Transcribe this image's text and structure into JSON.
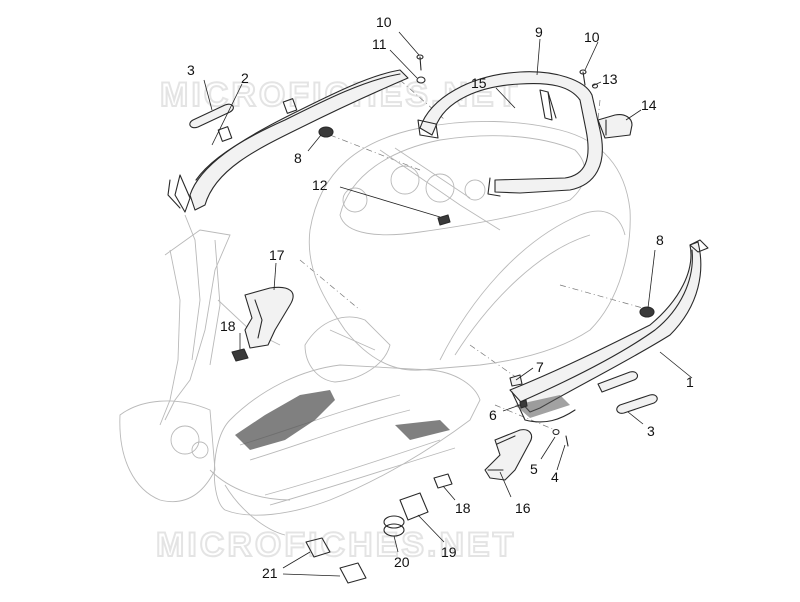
{
  "watermark": "MICROFICHES.NET",
  "callouts": [
    {
      "id": "c1",
      "label": "1"
    },
    {
      "id": "c2",
      "label": "2"
    },
    {
      "id": "c3a",
      "label": "3"
    },
    {
      "id": "c3b",
      "label": "3"
    },
    {
      "id": "c4",
      "label": "4"
    },
    {
      "id": "c5",
      "label": "5"
    },
    {
      "id": "c6",
      "label": "6"
    },
    {
      "id": "c7",
      "label": "7"
    },
    {
      "id": "c8a",
      "label": "8"
    },
    {
      "id": "c8b",
      "label": "8"
    },
    {
      "id": "c9",
      "label": "9"
    },
    {
      "id": "c10a",
      "label": "10"
    },
    {
      "id": "c10b",
      "label": "10"
    },
    {
      "id": "c11",
      "label": "11"
    },
    {
      "id": "c12",
      "label": "12"
    },
    {
      "id": "c13",
      "label": "13"
    },
    {
      "id": "c14",
      "label": "14"
    },
    {
      "id": "c15",
      "label": "15"
    },
    {
      "id": "c16",
      "label": "16"
    },
    {
      "id": "c17",
      "label": "17"
    },
    {
      "id": "c18a",
      "label": "18"
    },
    {
      "id": "c18b",
      "label": "18"
    },
    {
      "id": "c19",
      "label": "19"
    },
    {
      "id": "c20",
      "label": "20"
    },
    {
      "id": "c21",
      "label": "21"
    }
  ]
}
